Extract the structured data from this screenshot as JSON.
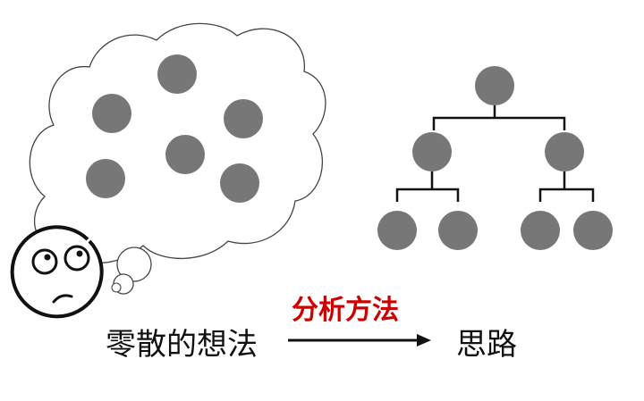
{
  "labels": {
    "scattered": "零散的想法",
    "method": "分析方法",
    "result": "思路"
  },
  "icons": {
    "thinker": "confused-face-icon",
    "thought": "thought-cloud-icon"
  },
  "colors": {
    "node": "#777777",
    "method_text": "#cc0000",
    "line": "#111111"
  }
}
